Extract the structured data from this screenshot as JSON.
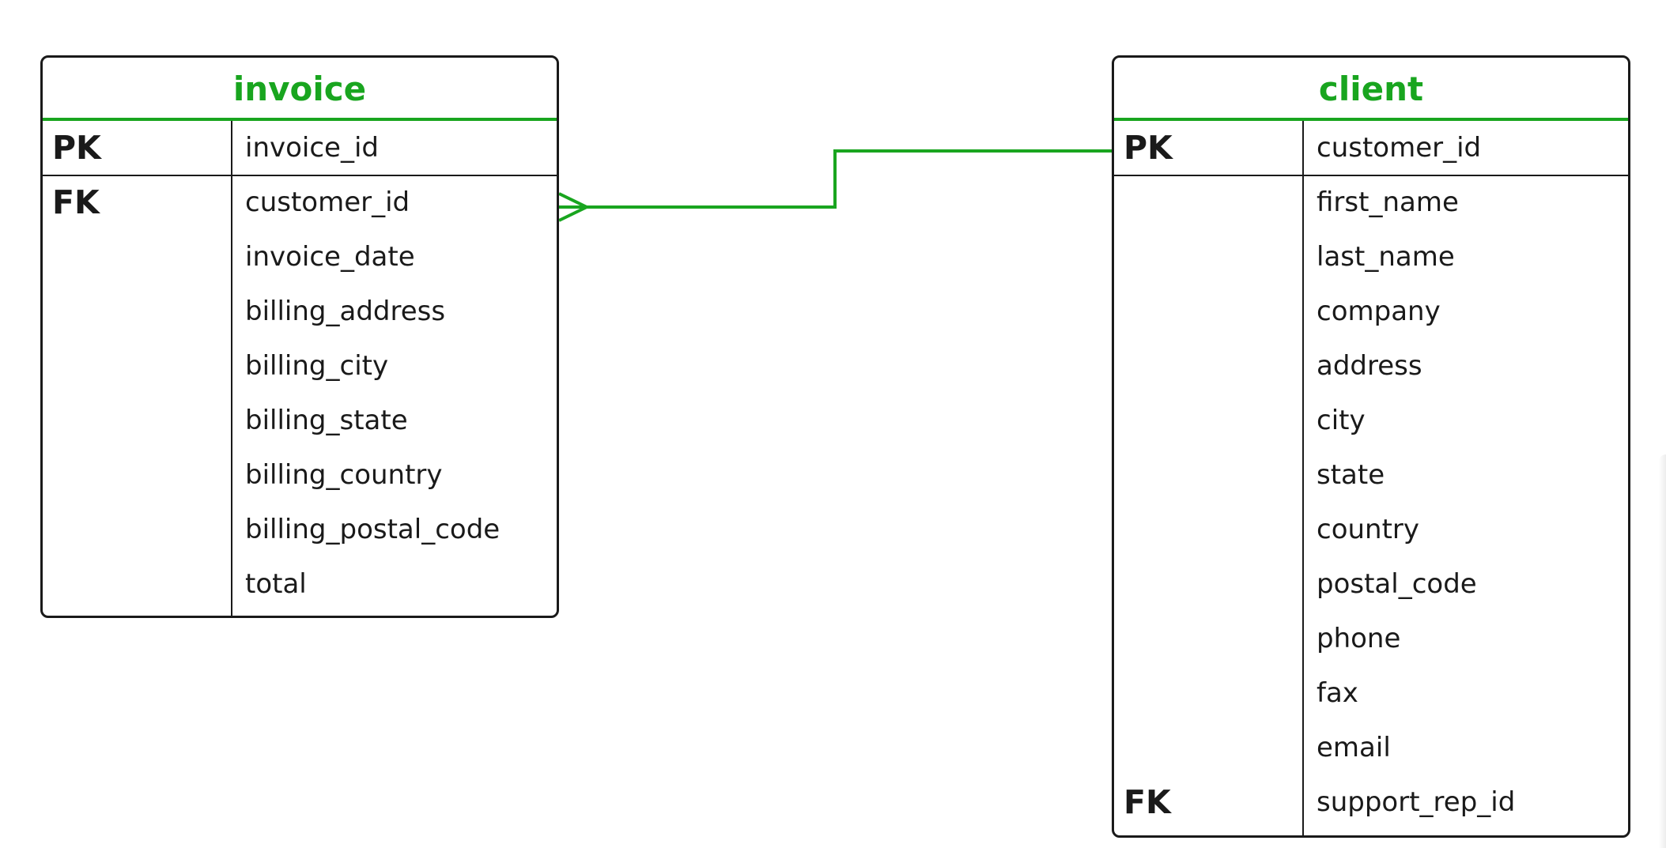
{
  "colors": {
    "accent": "#19a51f",
    "line": "#1a1a1a",
    "background": "#ffffff"
  },
  "entities": {
    "invoice": {
      "title": "invoice",
      "rows": [
        {
          "key": "PK",
          "name": "invoice_id"
        },
        {
          "key": "FK",
          "name": "customer_id"
        },
        {
          "key": "",
          "name": "invoice_date"
        },
        {
          "key": "",
          "name": "billing_address"
        },
        {
          "key": "",
          "name": "billing_city"
        },
        {
          "key": "",
          "name": "billing_state"
        },
        {
          "key": "",
          "name": "billing_country"
        },
        {
          "key": "",
          "name": "billing_postal_code"
        },
        {
          "key": "",
          "name": "total"
        }
      ]
    },
    "client": {
      "title": "client",
      "rows": [
        {
          "key": "PK",
          "name": "customer_id"
        },
        {
          "key": "",
          "name": "first_name"
        },
        {
          "key": "",
          "name": "last_name"
        },
        {
          "key": "",
          "name": "company"
        },
        {
          "key": "",
          "name": "address"
        },
        {
          "key": "",
          "name": "city"
        },
        {
          "key": "",
          "name": "state"
        },
        {
          "key": "",
          "name": "country"
        },
        {
          "key": "",
          "name": "postal_code"
        },
        {
          "key": "",
          "name": "phone"
        },
        {
          "key": "",
          "name": "fax"
        },
        {
          "key": "",
          "name": "email"
        },
        {
          "key": "FK",
          "name": "support_rep_id"
        }
      ]
    }
  },
  "relationship": {
    "from_entity": "invoice",
    "from_attribute": "customer_id",
    "from_cardinality": "many",
    "to_entity": "client",
    "to_attribute": "customer_id",
    "to_cardinality": "one",
    "icon": "crows-foot-icon"
  }
}
